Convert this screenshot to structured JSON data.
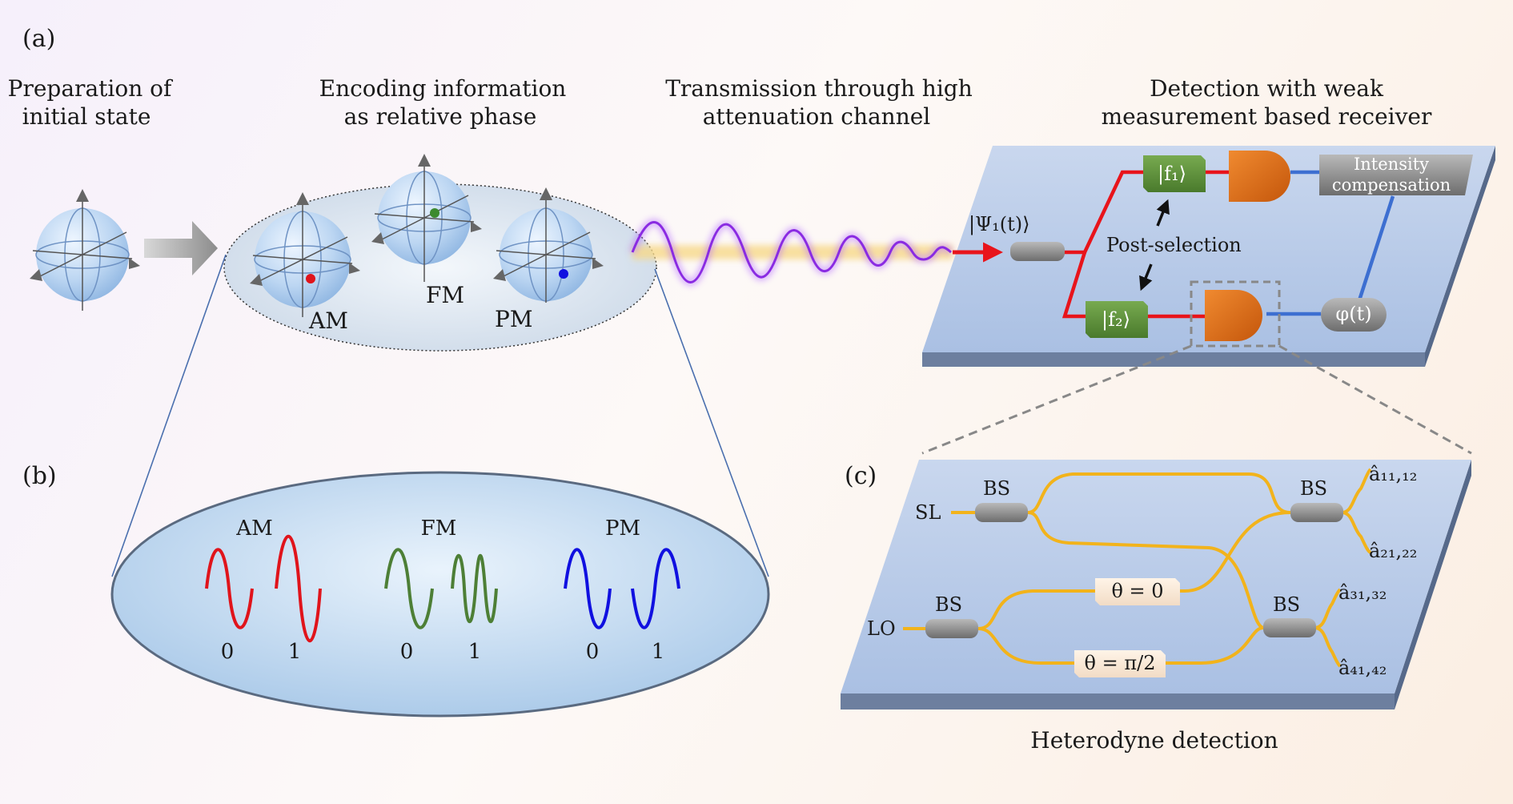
{
  "panel_labels": {
    "a": "(a)",
    "b": "(b)",
    "c": "(c)"
  },
  "stages": {
    "preparation": [
      "Preparation of",
      "initial state"
    ],
    "encoding": [
      "Encoding information",
      "as relative phase"
    ],
    "transmission": [
      "Transmission through high",
      "attenuation channel"
    ],
    "detection": [
      "Detection with weak",
      "measurement based receiver"
    ]
  },
  "bloch_labels": {
    "am": "AM",
    "fm": "FM",
    "pm": "PM"
  },
  "modulation": {
    "am": {
      "title": "AM",
      "bits": [
        "0",
        "1"
      ]
    },
    "fm": {
      "title": "FM",
      "bits": [
        "0",
        "1"
      ]
    },
    "pm": {
      "title": "PM",
      "bits": [
        "0",
        "1"
      ]
    }
  },
  "receiver": {
    "input_state": "|Ψ₁(t)⟩",
    "f1": "|f₁⟩",
    "f2": "|f₂⟩",
    "post_selection": "Post-selection",
    "intensity_compensation": [
      "Intensity",
      "compensation"
    ],
    "phase": "φ(t)"
  },
  "heterodyne": {
    "sl": "SL",
    "lo": "LO",
    "bs": "BS",
    "theta0": "θ = 0",
    "theta_pi2": "θ = π/2",
    "out1": "â₁₁,₁₂",
    "out2": "â₂₁,₂₂",
    "out3": "â₃₁,₃₂",
    "out4": "â₄₁,₄₂",
    "caption": "Heterodyne detection"
  },
  "colors": {
    "am": "#e0141b",
    "fm": "#4d7f36",
    "pm": "#1010e0",
    "fiber": "#f2b31b",
    "red_path": "#e8141b",
    "blue_path": "#3d6fd1",
    "filter_green": "#5c8f3a",
    "detector_orange": "#e46f14"
  }
}
